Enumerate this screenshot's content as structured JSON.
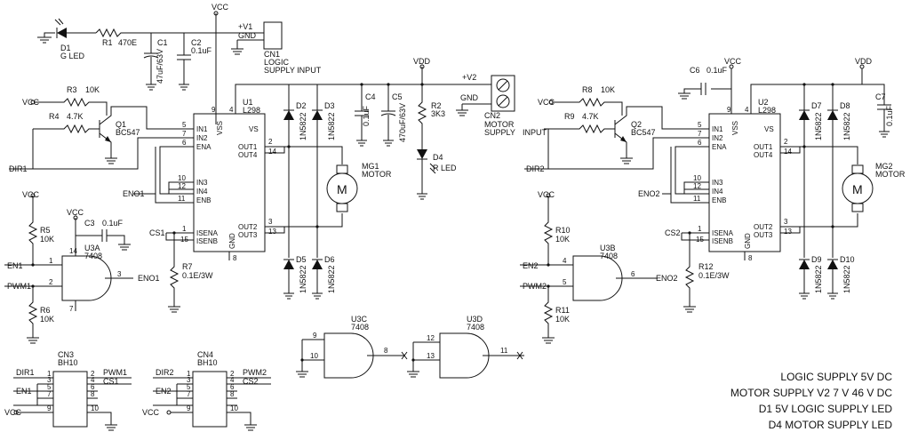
{
  "supply": {
    "vcc": "VCC",
    "vdd": "VDD",
    "gnd": "GND",
    "v1": "+V1",
    "v2": "+V2"
  },
  "left": {
    "d1": {
      "ref": "D1",
      "val": "G LED"
    },
    "r1": {
      "ref": "R1",
      "val": "470E"
    },
    "c1": {
      "ref": "C1",
      "val": "47uF/63V"
    },
    "c2": {
      "ref": "C2",
      "val": "0.1uF"
    },
    "cn1": {
      "ref": "CN1",
      "line1": "LOGIC",
      "line2": "SUPPLY  INPUT"
    },
    "r3": {
      "ref": "R3",
      "val": "10K"
    },
    "r4": {
      "ref": "R4",
      "val": "4.7K"
    },
    "q1": {
      "ref": "Q1",
      "val": "BC547"
    },
    "dir": "DIR1",
    "eno": "ENO1",
    "cs": "CS1",
    "u1": {
      "ref": "U1",
      "val": "L298"
    },
    "d2": "D2",
    "d3": "D3",
    "d5": "D5",
    "d6": "D6",
    "diode": "1N5822",
    "c4": {
      "ref": "C4",
      "val": "0.1uF"
    },
    "c5": {
      "ref": "C5",
      "val": "470uF/63V"
    },
    "r2": {
      "ref": "R2",
      "val": "3K3"
    },
    "d4": {
      "ref": "D4",
      "val": "R LED"
    },
    "cn2": {
      "ref": "CN2",
      "line1": "MOTOR",
      "line2": "SUPPLY"
    },
    "mg": {
      "ref": "MG1",
      "val": "MOTOR"
    },
    "r5": {
      "ref": "R5",
      "val": "10K"
    },
    "c3": {
      "ref": "C3",
      "val": "0.1uF"
    },
    "u3a": {
      "ref": "U3A",
      "val": "7408"
    },
    "en": "EN1",
    "pwm": "PWM1",
    "r6": {
      "ref": "R6",
      "val": "10K"
    },
    "r7": {
      "ref": "R7",
      "val": "0.1E/3W"
    },
    "cn3": {
      "ref": "CN3",
      "val": "BH10"
    }
  },
  "right": {
    "c6": {
      "ref": "C6",
      "val": "0.1uF"
    },
    "r8": {
      "ref": "R8",
      "val": "10K"
    },
    "r9": {
      "ref": "R9",
      "val": "4.7K"
    },
    "q2": {
      "ref": "Q2",
      "val": "BC547"
    },
    "input": "INPUT",
    "dir": "DIR2",
    "eno": "ENO2",
    "cs": "CS2",
    "u2": {
      "ref": "U2",
      "val": "L298"
    },
    "d7": "D7",
    "d8": "D8",
    "d9": "D9",
    "d10": "D10",
    "c7": {
      "ref": "C7",
      "val": "0.1uF"
    },
    "mg": {
      "ref": "MG2",
      "val": "MOTOR"
    },
    "r10": {
      "ref": "R10",
      "val": "10K"
    },
    "u3b": {
      "ref": "U3B",
      "val": "7408"
    },
    "en": "EN2",
    "pwm": "PWM2",
    "r11": {
      "ref": "R11",
      "val": "10K"
    },
    "r12": {
      "ref": "R12",
      "val": "0.1E/3W"
    },
    "cn4": {
      "ref": "CN4",
      "val": "BH10"
    }
  },
  "gates": {
    "u3c": {
      "ref": "U3C",
      "val": "7408"
    },
    "u3d": {
      "ref": "U3D",
      "val": "7408"
    }
  },
  "l298_pins": {
    "vs": "VS",
    "vss": "VSS",
    "in1": "IN1",
    "in2": "IN2",
    "ena": "ENA",
    "in3": "IN3",
    "in4": "IN4",
    "enb": "ENB",
    "isena": "ISENA",
    "isenb": "ISENB",
    "out1": "OUT1",
    "out4": "OUT4",
    "out2": "OUT2",
    "out3": "OUT3"
  },
  "pins": {
    "p1": "1",
    "p2": "2",
    "p3": "3",
    "p4": "4",
    "p5": "5",
    "p6": "6",
    "p7": "7",
    "p8": "8",
    "p9": "9",
    "p10": "10",
    "p11": "11",
    "p12": "12",
    "p13": "13",
    "p14": "14",
    "p15": "15"
  },
  "motor_letter": "M",
  "notes": [
    "LOGIC SUPPLY 5V DC",
    "MOTOR SUPPLY V2 7 V 46 V DC",
    "D1 5V LOGIC SUPPLY LED",
    "D4 MOTOR SUPPLY LED"
  ]
}
